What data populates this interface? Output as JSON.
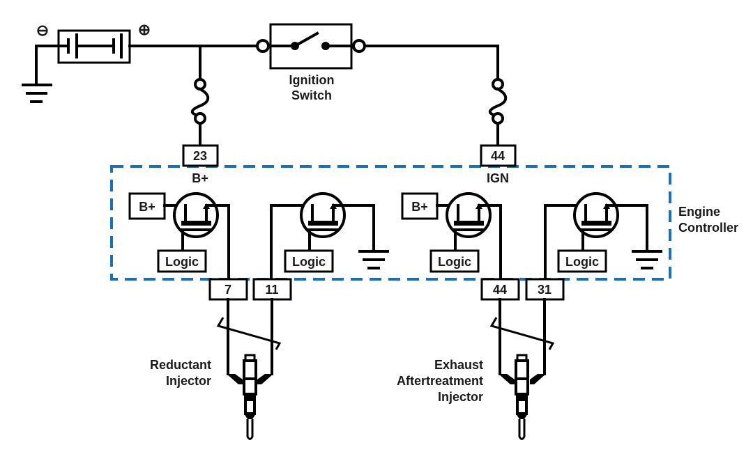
{
  "battery": {
    "negative_symbol": "⊖",
    "positive_symbol": "⊕"
  },
  "ignition_switch": {
    "label_line1": "Ignition",
    "label_line2": "Switch",
    "state": "open"
  },
  "connectors": {
    "b_plus_pin": "23",
    "ign_pin": "44",
    "reductant_out_pin": "7",
    "reductant_ret_pin": "11",
    "exhaust_out_pin": "44",
    "exhaust_ret_pin": "31"
  },
  "controller": {
    "name_line1": "Engine",
    "name_line2": "Controller",
    "border_color": "#1a6fb8",
    "b_plus_label": "B+",
    "ign_label": "IGN",
    "internal_supply_label": "B+",
    "logic_label": "Logic"
  },
  "injectors": [
    {
      "lines": [
        "Reductant",
        "Injector"
      ]
    },
    {
      "lines": [
        "Exhaust",
        "Aftertreatment",
        "Injector"
      ]
    }
  ]
}
